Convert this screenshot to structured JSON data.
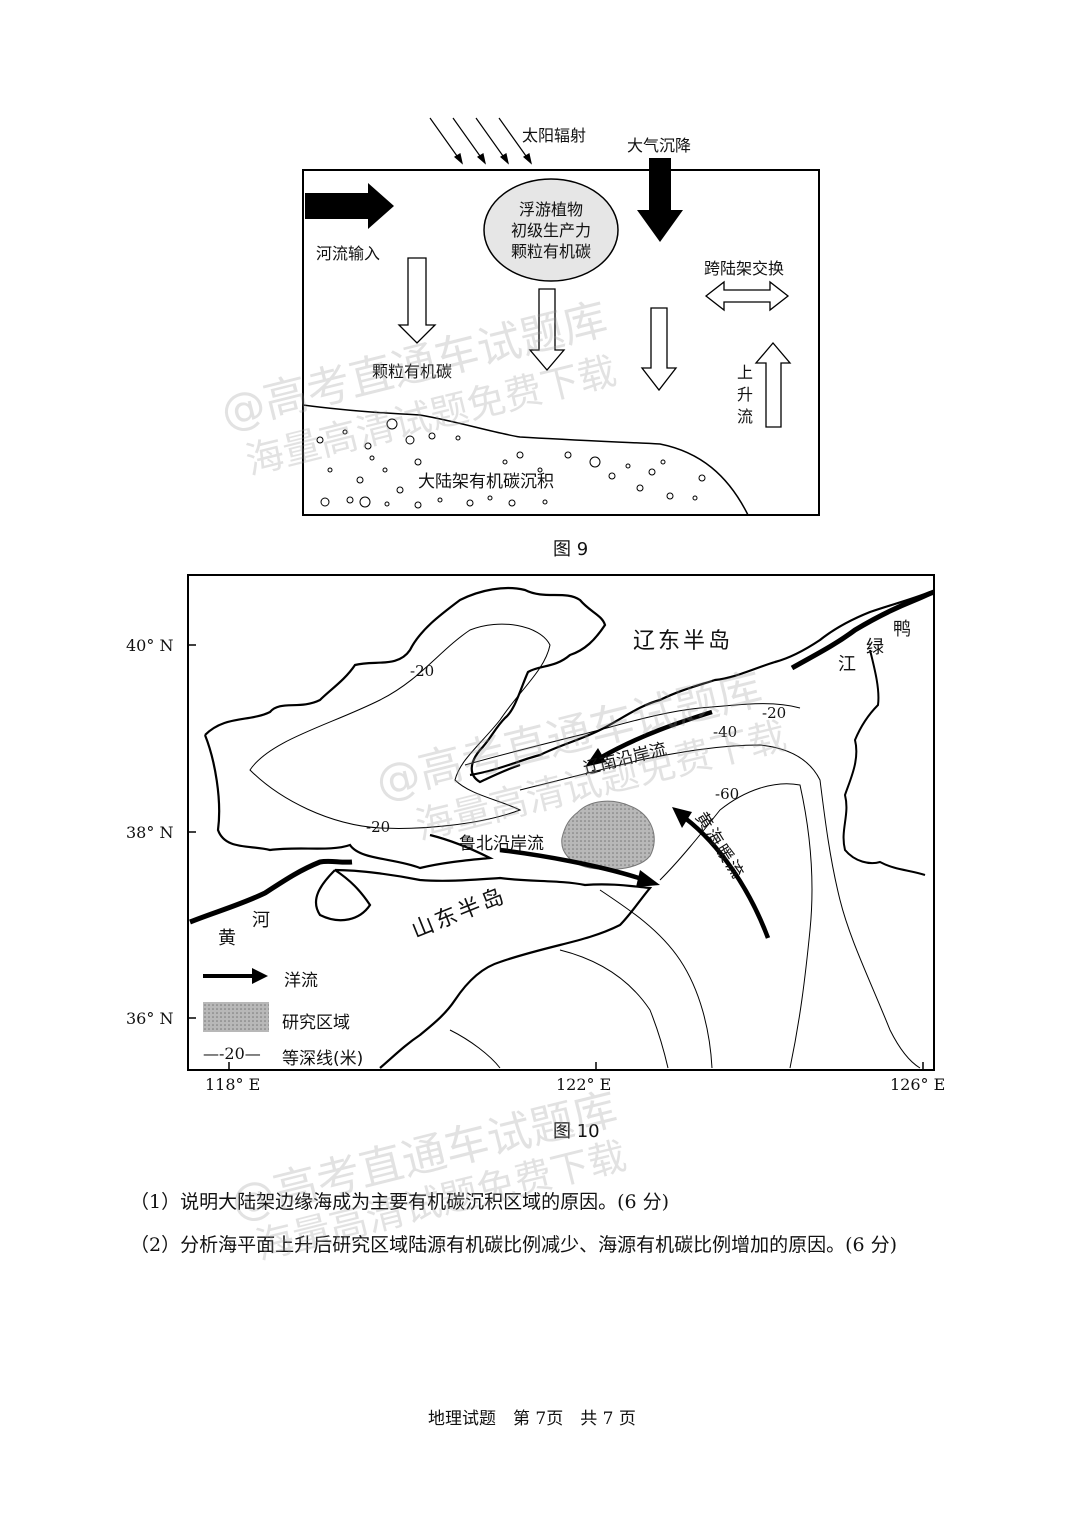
{
  "fig9": {
    "caption": "图 9",
    "solar": "太阳辐射",
    "atmos": "大气沉降",
    "river": "河流输入",
    "ellipse_lines": [
      "浮游植物",
      "初级生产力",
      "颗粒有机碳"
    ],
    "poc": "颗粒有机碳",
    "exchange": "跨陆架交换",
    "upwelling": [
      "上",
      "升",
      "流"
    ],
    "sediment": "大陆架有机碳沉积"
  },
  "fig10": {
    "caption": "图 10",
    "lat40": "40° N",
    "lat38": "38° N",
    "lat36": "36° N",
    "lon118": "118° E",
    "lon122": "122° E",
    "lon126": "126° E",
    "liaodong": "辽东半岛",
    "shandong": "山东半岛",
    "yalu": [
      "鸭",
      "绿",
      "江"
    ],
    "huanghe": [
      "河",
      "黄"
    ],
    "liaonan": "辽南沿岸流",
    "lubei": "鲁北沿岸流",
    "yellow_warm": "黄海暖流",
    "d20a": "-20",
    "d20b": "-20",
    "d20c": "-20",
    "d40": "-40",
    "d60": "-60",
    "legend": {
      "current": "洋流",
      "area": "研究区域",
      "contour_sym": "—-20—",
      "contour": "等深线(米)"
    }
  },
  "questions": [
    "（1）说明大陆架边缘海成为主要有机碳沉积区域的原因。(6 分)",
    "（2）分析海平面上升后研究区域陆源有机碳比例减少、海源有机碳比例增加的原因。(6 分)"
  ],
  "footer": "地理试题　第 7页　共 7 页",
  "watermark": [
    "@高考直通车试题库",
    "海量高清试题免费下载"
  ]
}
